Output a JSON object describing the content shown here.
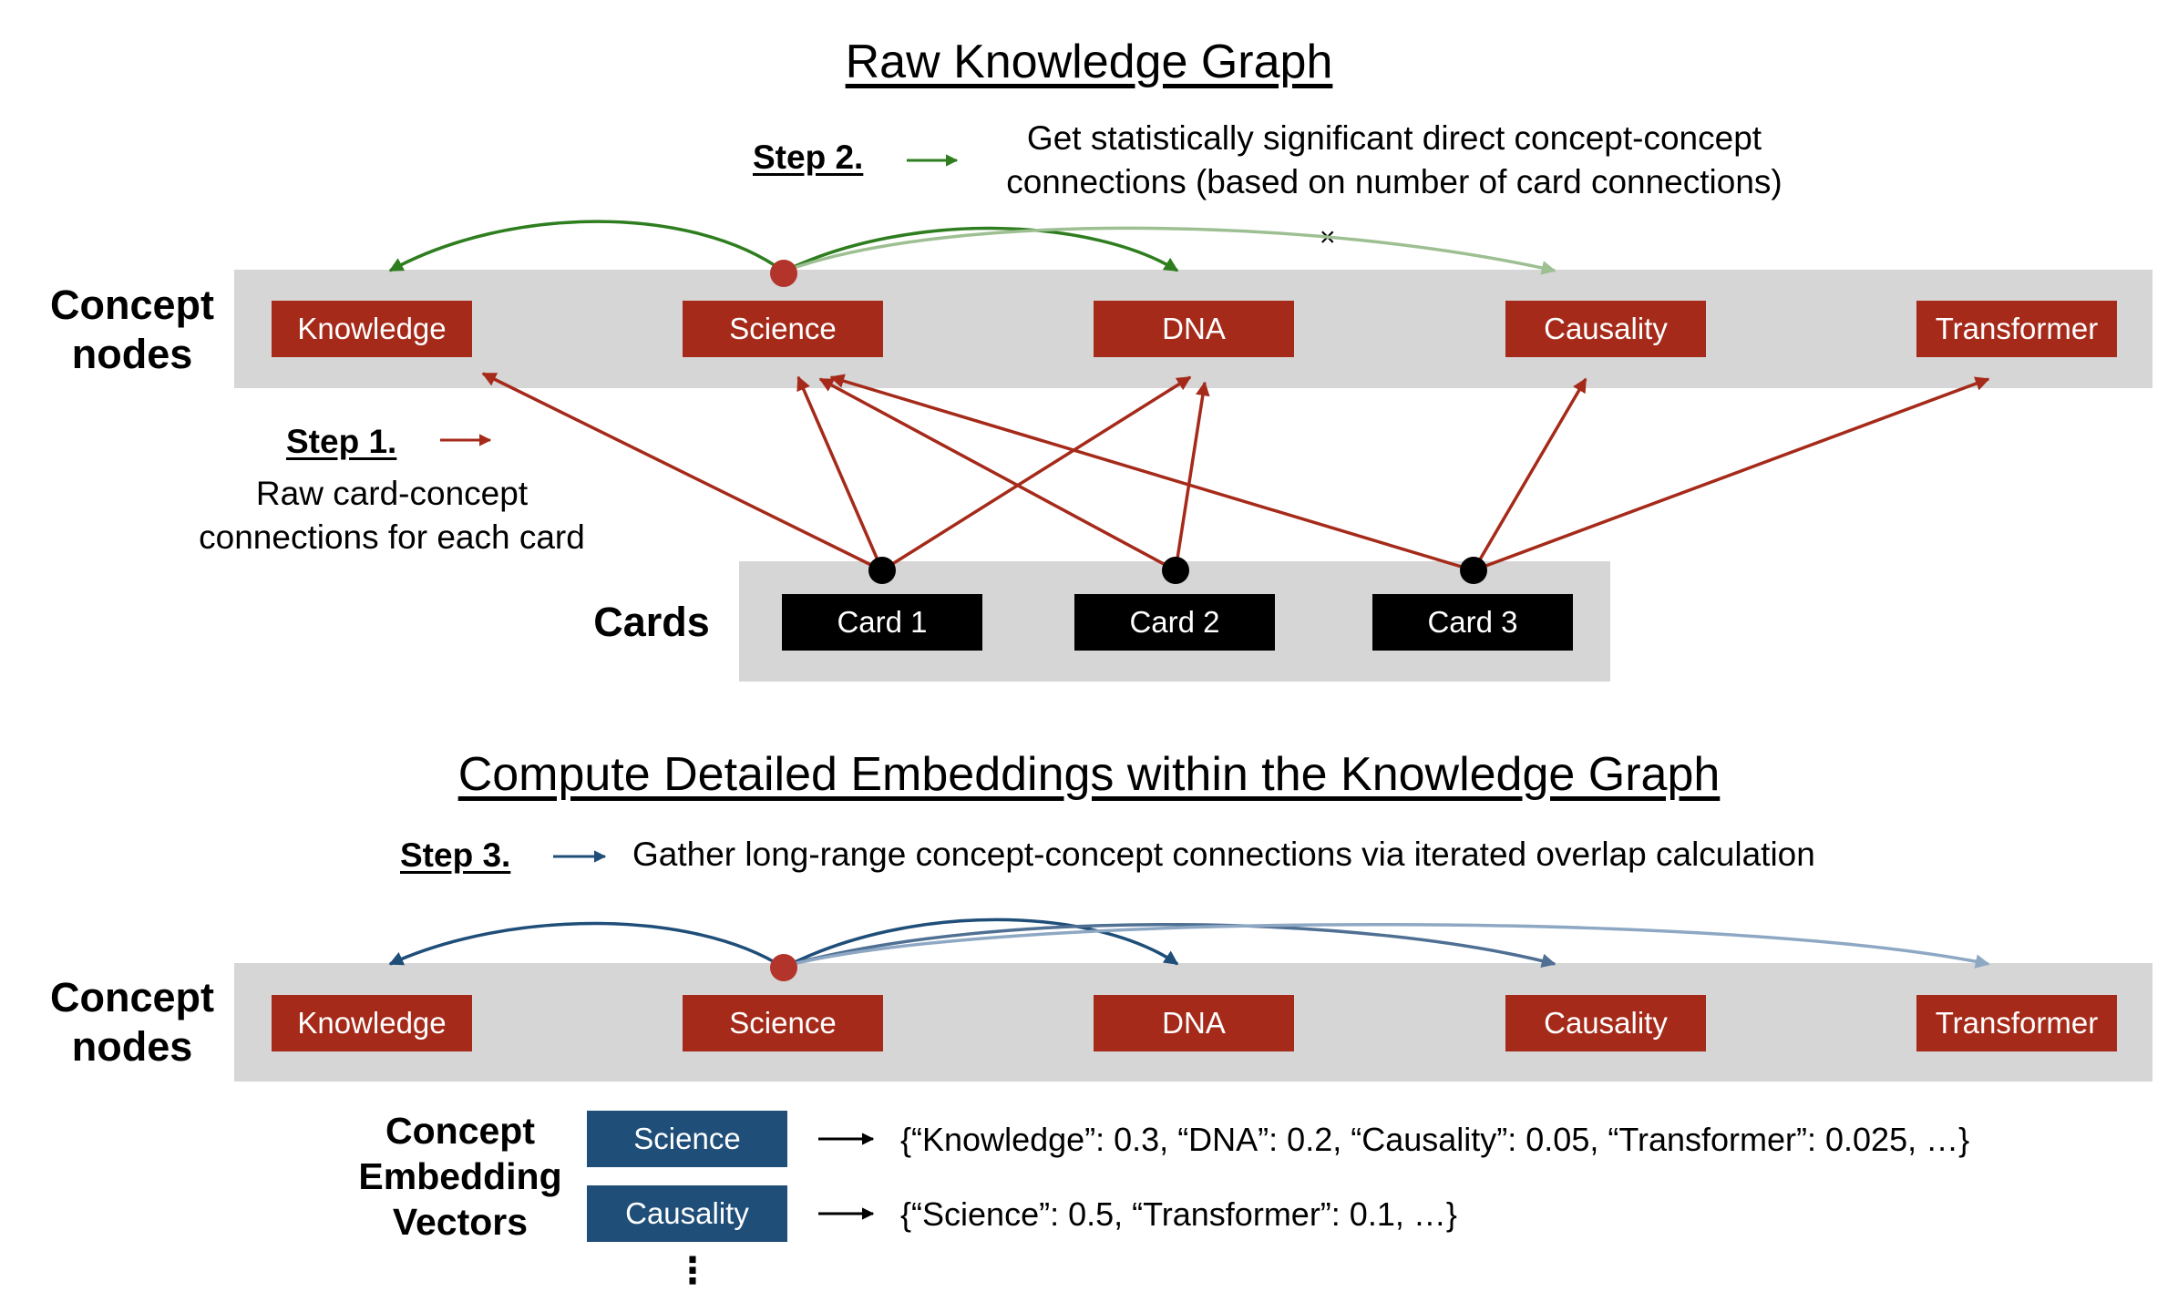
{
  "top": {
    "title": "Raw Knowledge Graph",
    "concept_label_line1": "Concept",
    "concept_label_line2": "nodes",
    "concepts": [
      "Knowledge",
      "Science",
      "DNA",
      "Causality",
      "Transformer"
    ],
    "cards_label": "Cards",
    "cards": [
      "Card 1",
      "Card 2",
      "Card 3"
    ],
    "step1": {
      "label": "Step 1.",
      "desc_line1": "Raw card-concept",
      "desc_line2": "connections for each card",
      "color": "#a52a1a"
    },
    "step2": {
      "label": "Step 2.",
      "desc_line1": "Get statistically significant direct concept-concept",
      "desc_line2": "connections (based on number of card connections)",
      "color": "#2e7d1f",
      "rejected_marker": "×"
    },
    "card_concept_links": [
      {
        "card": "Card 1",
        "concepts": [
          "Knowledge",
          "Science",
          "DNA"
        ]
      },
      {
        "card": "Card 2",
        "concepts": [
          "Science",
          "DNA"
        ]
      },
      {
        "card": "Card 3",
        "concepts": [
          "Science",
          "Causality",
          "Transformer"
        ]
      }
    ],
    "concept_concept_links": [
      {
        "from": "Science",
        "to": "Knowledge",
        "significant": true
      },
      {
        "from": "Science",
        "to": "DNA",
        "significant": true
      },
      {
        "from": "Science",
        "to": "Causality",
        "significant": false
      }
    ]
  },
  "bottom": {
    "title": "Compute Detailed Embeddings within the Knowledge Graph",
    "concept_label_line1": "Concept",
    "concept_label_line2": "nodes",
    "concepts": [
      "Knowledge",
      "Science",
      "DNA",
      "Causality",
      "Transformer"
    ],
    "step3": {
      "label": "Step 3.",
      "desc": "Gather long-range concept-concept connections via iterated overlap calculation",
      "color": "#1f4e79"
    },
    "embedding_label_line1": "Concept",
    "embedding_label_line2": "Embedding",
    "embedding_label_line3": "Vectors",
    "vectors": [
      {
        "concept": "Science",
        "value": "{“Knowledge”: 0.3, “DNA”: 0.2, “Causality”: 0.05, “Transformer”: 0.025, …}"
      },
      {
        "concept": "Causality",
        "value": "{“Science”: 0.5, “Transformer”: 0.1, …}"
      }
    ],
    "more_marker": "⋮"
  },
  "colors": {
    "concept_node": "#a52a1a",
    "card_node": "#000000",
    "vector_node": "#1f4e79",
    "band": "#d6d6d6"
  }
}
